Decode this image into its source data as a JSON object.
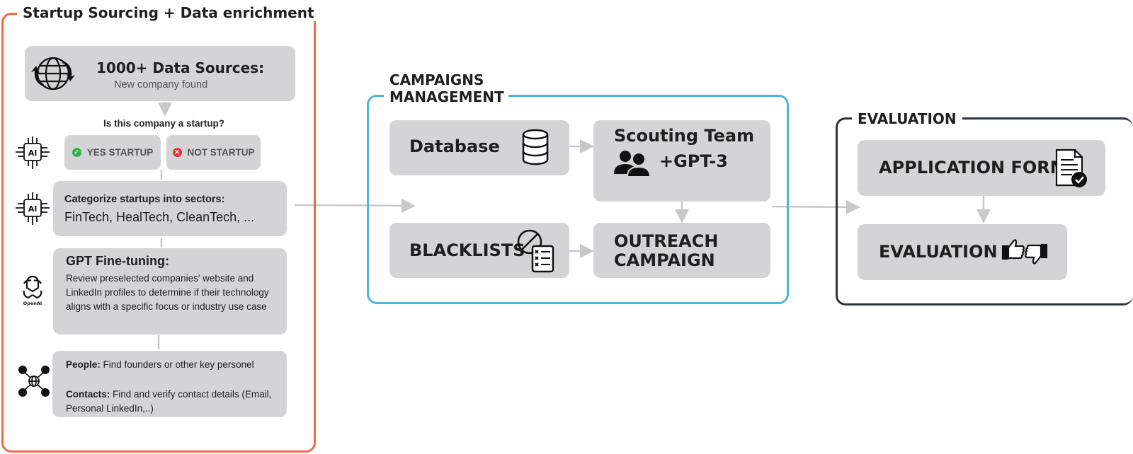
{
  "sourcing": {
    "title": "Startup Sourcing + Data enrichment",
    "sources_title": "1000+ Data Sources:",
    "sources_subtitle": "New company found",
    "question": "Is this company a startup?",
    "yes_label": "YES STARTUP",
    "no_label": "NOT STARTUP",
    "categorize_title": "Categorize startups into sectors:",
    "categorize_examples": "FinTech, HealTech, CleanTech, ...",
    "gpt_title": "GPT Fine-tuning:",
    "gpt_body": "Review preselected companies' website and LinkedIn profiles to determine if their technology aligns with a specific focus or industry use case",
    "people_label": "People:",
    "people_text": " Find founders or other key personel",
    "contacts_label": "Contacts:",
    "contacts_text": " Find and verify contact details (Email, Personal LinkedIn,..)",
    "ai_icon_text": "AI",
    "openai_text": "OpenAI"
  },
  "campaigns": {
    "title_line1": "CAMPAIGNS",
    "title_line2": "MANAGEMENT",
    "database": "Database",
    "scouting_title": "Scouting Team",
    "scouting_sub": "+GPT-3",
    "blacklists": "BLACKLISTS",
    "outreach_line1": "OUTREACH",
    "outreach_line2": "CAMPAIGN"
  },
  "evaluation": {
    "title": "EVALUATION",
    "application_form": "APPLICATION FORM",
    "evaluation_box": "EVALUATION"
  },
  "colors": {
    "sourcing_border": "#ef6a45",
    "campaigns_border": "#4fb6d8",
    "evaluation_border": "#2b3340",
    "box_fill": "#d4d4d6",
    "arrow": "#c8c8c8",
    "yes_dot": "#2fb14c",
    "no_dot": "#e3363c"
  },
  "icons": [
    "globe-arrows-icon",
    "ai-chip-icon",
    "check-icon",
    "x-icon",
    "openai-logo-icon",
    "people-network-icon",
    "database-icon",
    "team-icon",
    "blacklist-icon",
    "document-check-icon",
    "thumbs-up-down-icon"
  ]
}
